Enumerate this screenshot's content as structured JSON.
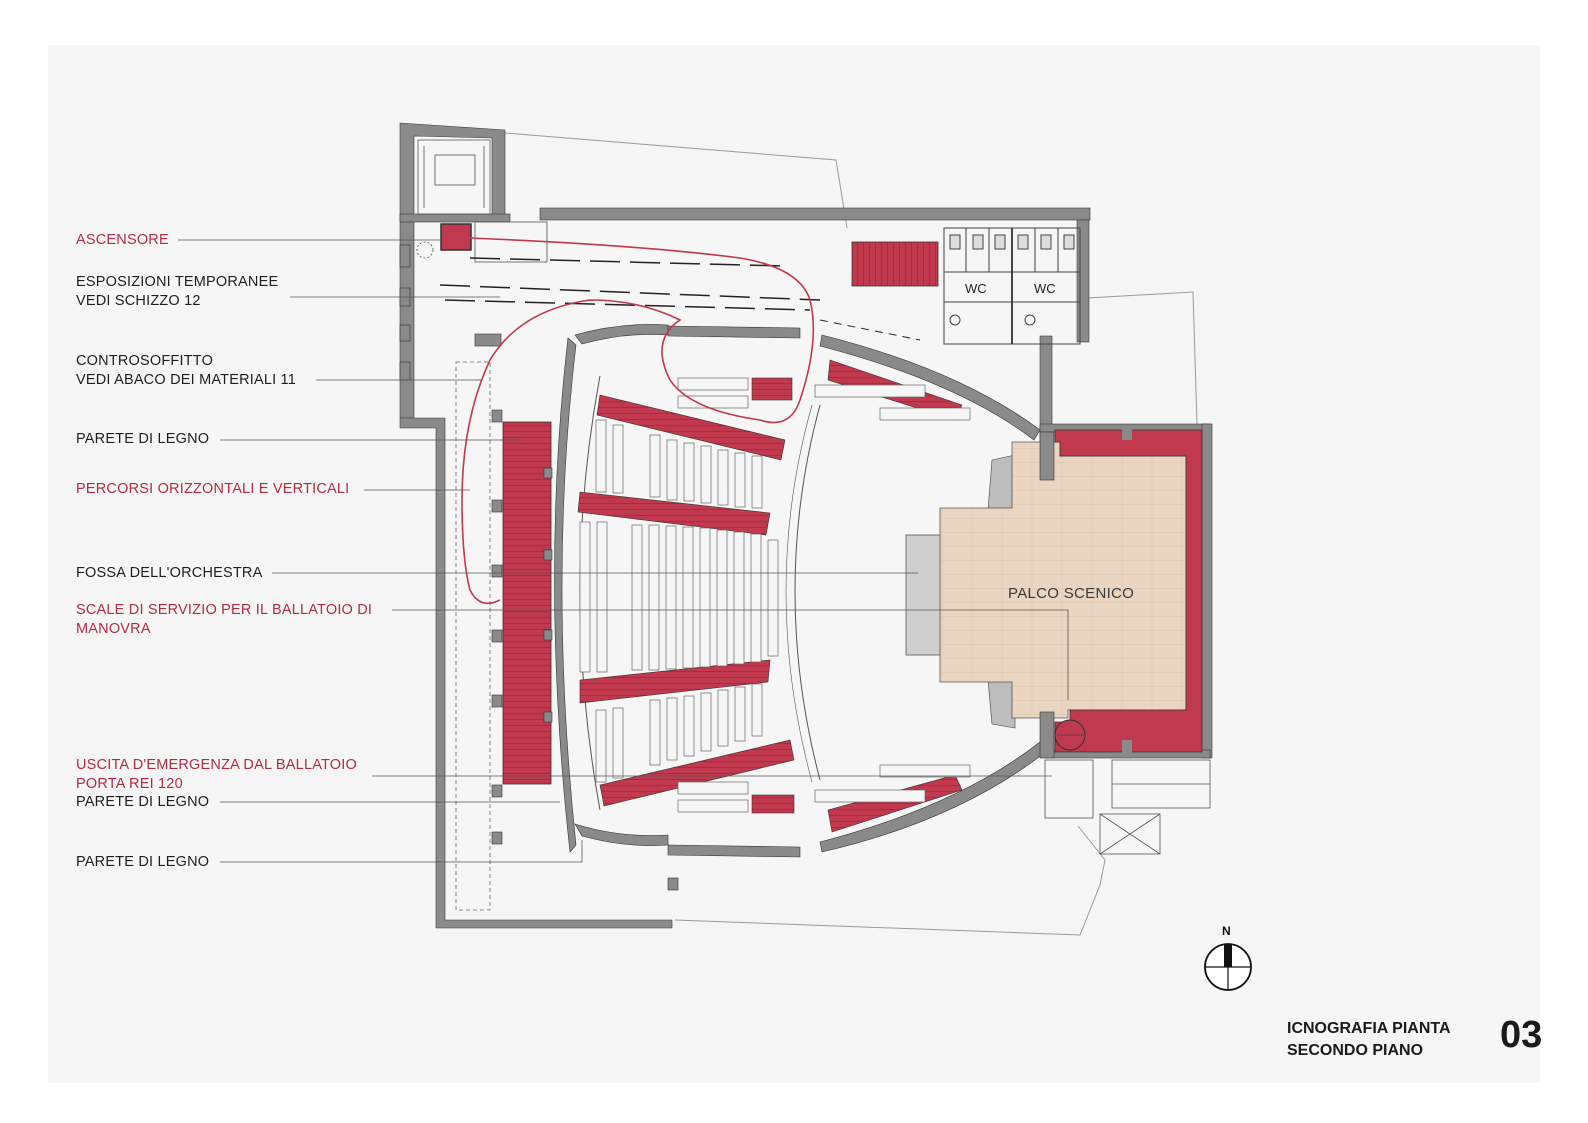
{
  "legend": {
    "items": [
      {
        "text": "ASCENSORE",
        "color": "red"
      },
      {
        "text": "ESPOSIZIONI TEMPORANEE\nVEDI SCHIZZO 12",
        "color": "dark"
      },
      {
        "text": "CONTROSOFFITTO\nVEDI ABACO DEI MATERIALI 11",
        "color": "dark"
      },
      {
        "text": "PARETE DI LEGNO",
        "color": "dark"
      },
      {
        "text": "PERCORSI ORIZZONTALI E VERTICALI",
        "color": "red"
      },
      {
        "text": "FOSSA DELL'ORCHESTRA",
        "color": "dark"
      },
      {
        "text": "SCALE DI SERVIZIO PER IL BALLATOIO DI\nMANOVRA",
        "color": "red"
      },
      {
        "text": "USCITA D'EMERGENZA DAL BALLATOIO\nPORTA REI 120",
        "color": "red"
      },
      {
        "text": "PARETE DI LEGNO",
        "color": "dark"
      },
      {
        "text": "PARETE DI LEGNO",
        "color": "dark"
      }
    ]
  },
  "plan": {
    "stage_label": "PALCO SCENICO",
    "wc_labels": [
      "WC",
      "WC"
    ]
  },
  "north_label": "N",
  "title": {
    "line1": "ICNOGRAFIA PIANTA",
    "line2": "SECONDO PIANO",
    "sheet_number": "03"
  },
  "colors": {
    "accent_red": "#c0394f",
    "label_red": "#b52b42",
    "wall_gray": "#8a8a8a",
    "stage_wood": "#e7d2bd",
    "text_dark": "#1f1f1f"
  }
}
